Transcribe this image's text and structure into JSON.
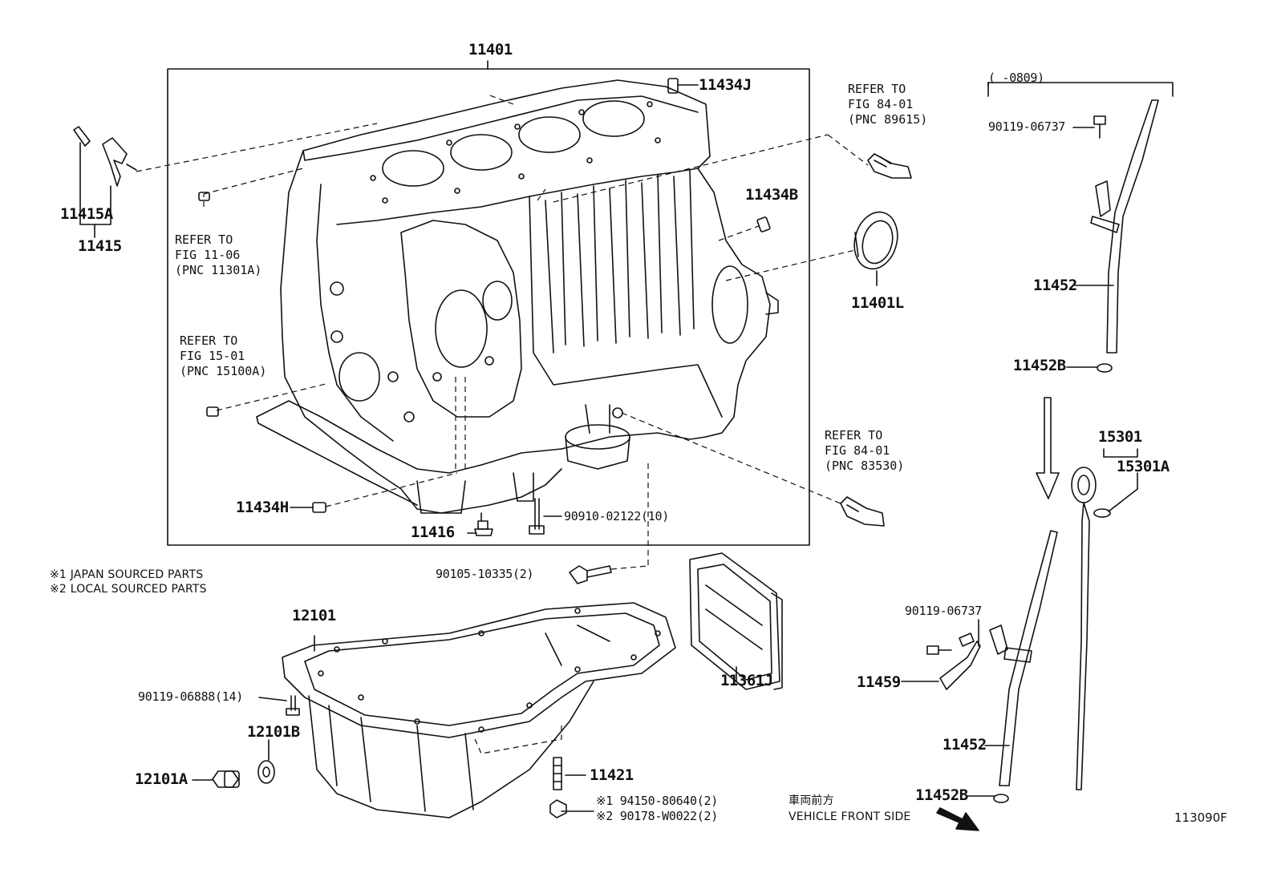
{
  "diagram": {
    "figure_id": "113090F",
    "notes": [
      "※1 JAPAN SOURCED PARTS",
      "※2 LOCAL SOURCED PARTS"
    ],
    "direction": {
      "jp": "車両前方",
      "en": "VEHICLE FRONT SIDE"
    },
    "date_range": "(   -0809)",
    "parts": {
      "p11401": "11401",
      "p11434J": "11434J",
      "p11434B": "11434B",
      "p11401L": "11401L",
      "p11415A": "11415A",
      "p11415": "11415",
      "p11434H": "11434H",
      "p11416": "11416",
      "p90910": "90910-02122(10)",
      "p90105": "90105-10335(2)",
      "p12101": "12101",
      "p90119_06888": "90119-06888(14)",
      "p12101B": "12101B",
      "p12101A": "12101A",
      "p11421": "11421",
      "p94150": "※1 94150-80640(2)",
      "p90178": "※2 90178-W0022(2)",
      "p11361J": "11361J",
      "p90119_top": "90119-06737",
      "p11452_top": "11452",
      "p11452B_top": "11452B",
      "p15301": "15301",
      "p15301A": "15301A",
      "p90119_bot": "90119-06737",
      "p11459": "11459",
      "p11452_bot": "11452",
      "p11452B_bot": "11452B"
    },
    "refs": {
      "r1": "REFER TO\nFIG 84-01\n(PNC 89615)",
      "r2": "REFER TO\nFIG 11-06\n(PNC 11301A)",
      "r3": "REFER TO\nFIG 15-01\n(PNC 15100A)",
      "r4": "REFER TO\nFIG 84-01\n(PNC 83530)"
    }
  }
}
